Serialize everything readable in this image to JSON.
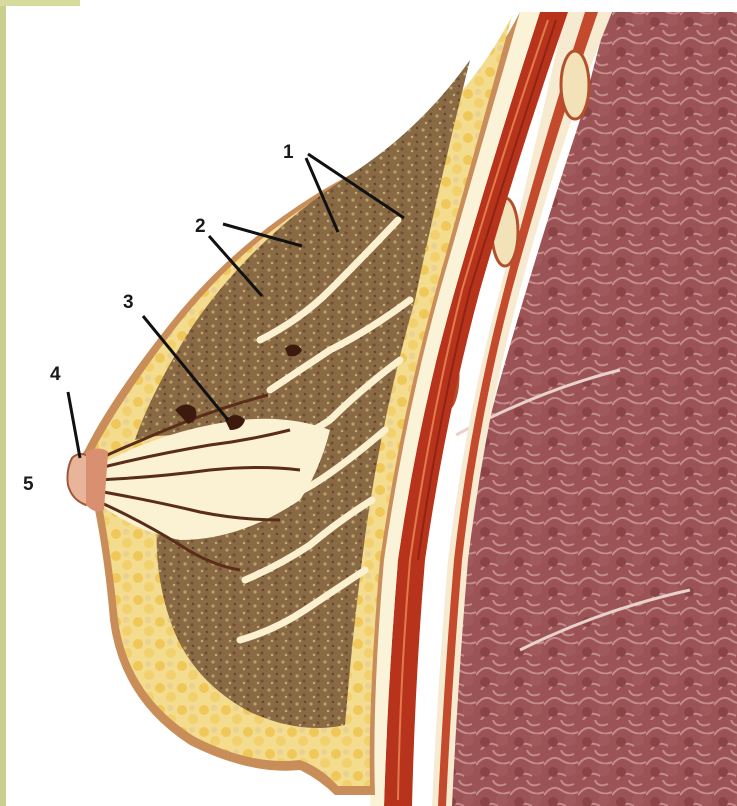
{
  "figure": {
    "labels": {
      "l1": "1",
      "l2": "2",
      "l3": "3",
      "l4": "4",
      "l5": "5"
    },
    "colors": {
      "muscle": "#9c5355",
      "muscle_dark": "#7d3a3c",
      "fat": "#f3d98a",
      "fat_light": "#fbefc4",
      "gland": "#8a6a45",
      "red_muscle": "#b8331c",
      "skin": "#c98d5a",
      "nipple": "#e8b49a"
    }
  }
}
